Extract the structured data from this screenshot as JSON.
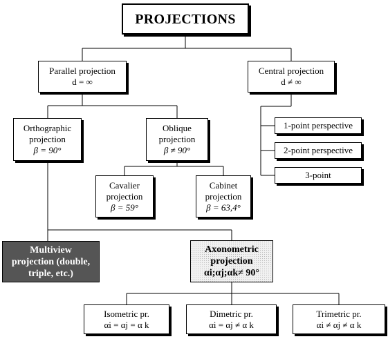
{
  "diagram": {
    "root": {
      "title": "PROJECTIONS"
    },
    "parallel": {
      "line1": "Parallel projection",
      "line2": "d = ∞"
    },
    "central": {
      "line1": "Central projection",
      "line2": "d ≠ ∞"
    },
    "orthographic": {
      "line1": "Orthographic",
      "line2": "projection",
      "line3": "β = 90°"
    },
    "oblique": {
      "line1": "Oblique",
      "line2": "projection",
      "line3": "β ≠ 90°"
    },
    "cavalier": {
      "line1": "Cavalier",
      "line2": "projection",
      "line3": "β = 59°"
    },
    "cabinet": {
      "line1": "Cabinet",
      "line2": "projection",
      "line3": "β = 63,4°"
    },
    "perspective": {
      "one": "1-point perspective",
      "two": "2-point perspective",
      "three": "3-point"
    },
    "multiview": {
      "line1": "Multiview",
      "line2": "projection (double,",
      "line3": "triple, etc.)"
    },
    "axonometric": {
      "line1": "Axonometric",
      "line2": "projection",
      "line3": "αi;αj;αk≠ 90°"
    },
    "isometric": {
      "line1": "Isometric pr.",
      "line2": "αi = αj = α k"
    },
    "dimetric": {
      "line1": "Dimetric pr.",
      "line2": "αi = αj ≠ α k"
    },
    "trimetric": {
      "line1": "Trimetric pr.",
      "line2": "αi ≠ αj ≠ α k"
    }
  },
  "colors": {
    "line": "#000000",
    "dark_box": "#555555",
    "hatch_box": "#f1f1f1"
  }
}
